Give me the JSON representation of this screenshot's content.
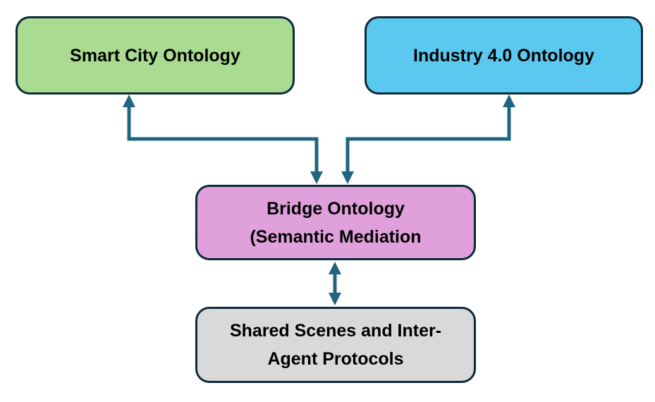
{
  "diagram": {
    "connector_color": "#1f6480",
    "border_color": "#0e2a3a",
    "text_color": "#000000",
    "nodes": [
      {
        "id": "smart-city-ontology",
        "lines": [
          "Smart City Ontology"
        ],
        "fill": "#a9db90"
      },
      {
        "id": "industry-4-0-ontology",
        "lines": [
          "Industry 4.0 Ontology"
        ],
        "fill": "#5bc8ef"
      },
      {
        "id": "bridge-ontology",
        "lines": [
          "Bridge Ontology",
          "(Semantic Mediation"
        ],
        "fill": "#e0a0dc"
      },
      {
        "id": "shared-scenes",
        "lines": [
          "Shared Scenes and Inter-",
          "Agent Protocols"
        ],
        "fill": "#d9d9d9"
      }
    ],
    "edges": [
      {
        "from": "bridge-ontology",
        "to": "smart-city-ontology",
        "style": "elbow",
        "arrows": "both"
      },
      {
        "from": "bridge-ontology",
        "to": "industry-4-0-ontology",
        "style": "elbow",
        "arrows": "both"
      },
      {
        "from": "bridge-ontology",
        "to": "shared-scenes",
        "style": "straight",
        "arrows": "both"
      }
    ]
  }
}
